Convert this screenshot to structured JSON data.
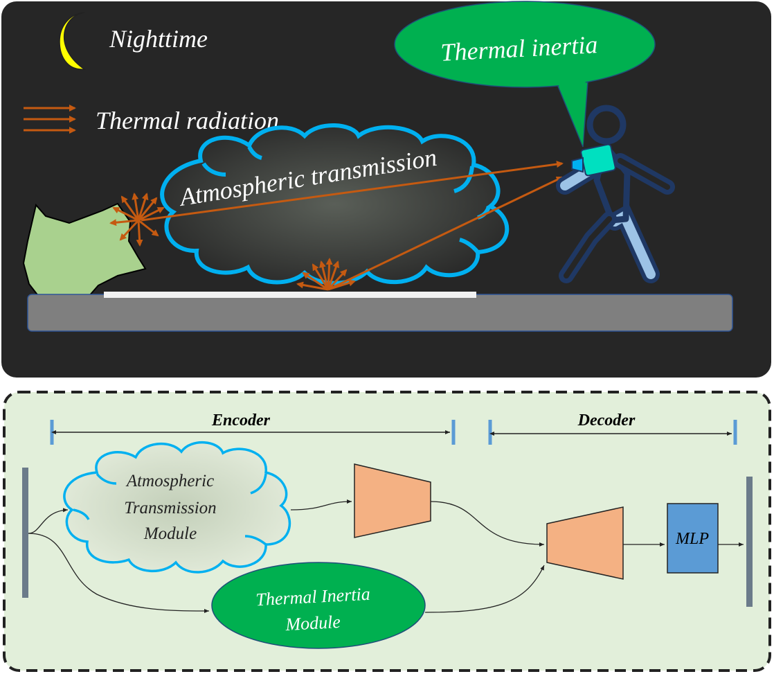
{
  "scene": {
    "nighttime_label": "Nighttime",
    "thermal_radiation_label": "Thermal radiation",
    "thermal_inertia_bubble": "Thermal inertia",
    "atmospheric_transmission_label": "Atmospheric transmission",
    "colors": {
      "panel_bg": "#262626",
      "moon": "#ffff00",
      "arrow": "#c55a11",
      "cloud_stroke": "#00b0f0",
      "bubble": "#00b050",
      "ground": "#7f7f7f",
      "bush": "#a9d18e",
      "person": "#1f3864",
      "person_fill": "#9dc3e6",
      "camera": "#00e0c0"
    }
  },
  "architecture": {
    "encoder_label": "Encoder",
    "decoder_label": "Decoder",
    "atm_module_lines": [
      "Atmospheric",
      "Transmission",
      "Module"
    ],
    "ti_module_lines": [
      "Thermal Inertia",
      "Module"
    ],
    "mlp_label": "MLP",
    "colors": {
      "panel_bg": "#e2efda",
      "trapezoid": "#f4b183",
      "mlp": "#5b9bd5",
      "ti_module": "#00b050",
      "bar": "#5b9bd5",
      "io_bar": "#6b7b8a"
    }
  }
}
